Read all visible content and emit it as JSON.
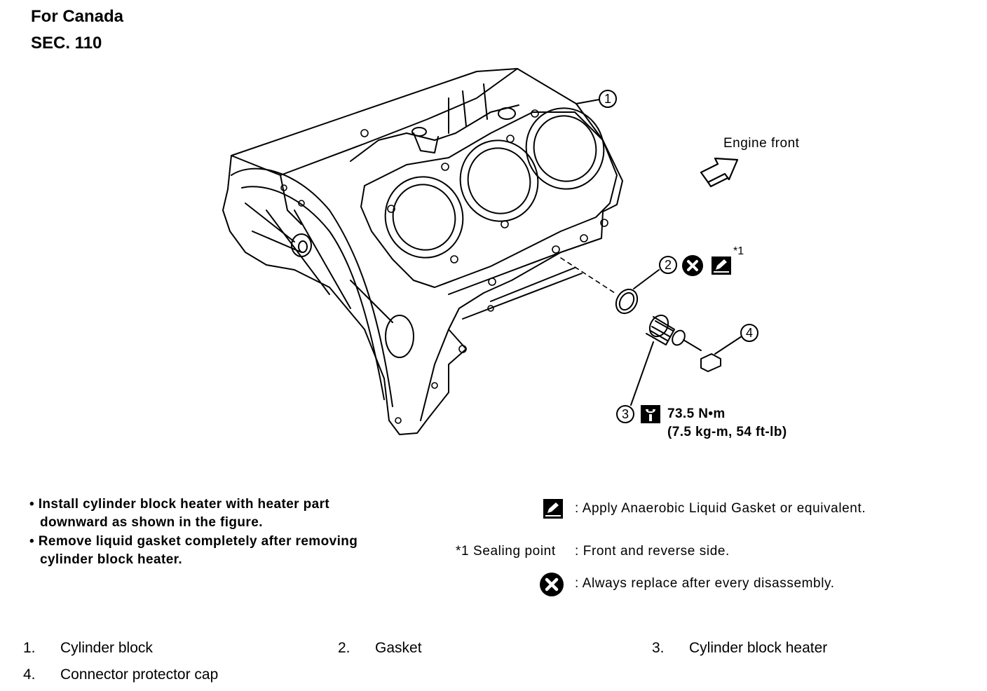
{
  "header": {
    "region": "For Canada",
    "section": "SEC. 110"
  },
  "diagram": {
    "engine_front_label": "Engine front",
    "callouts": [
      "1",
      "2",
      "3",
      "4"
    ],
    "sealing_mark": "*1",
    "torque_main": "73.5 N•m",
    "torque_alt": "(7.5 kg-m, 54 ft-lb)",
    "icons": [
      "arrow-icon",
      "replace-x-icon",
      "liquid-gasket-icon",
      "wrench-torque-icon"
    ]
  },
  "notes": [
    "• Install cylinder block heater with heater part",
    "downward as shown in the figure.",
    "• Remove liquid gasket completely after removing",
    "cylinder block heater."
  ],
  "legend": {
    "gasket_text": ": Apply Anaerobic Liquid Gasket or equivalent.",
    "sealing_key": "*1 Sealing point",
    "sealing_text": ": Front and reverse side.",
    "replace_text": ": Always replace after every disassembly."
  },
  "parts": [
    {
      "num": "1.",
      "name": "Cylinder block"
    },
    {
      "num": "2.",
      "name": "Gasket"
    },
    {
      "num": "3.",
      "name": "Cylinder block heater"
    },
    {
      "num": "4.",
      "name": "Connector protector cap"
    }
  ]
}
